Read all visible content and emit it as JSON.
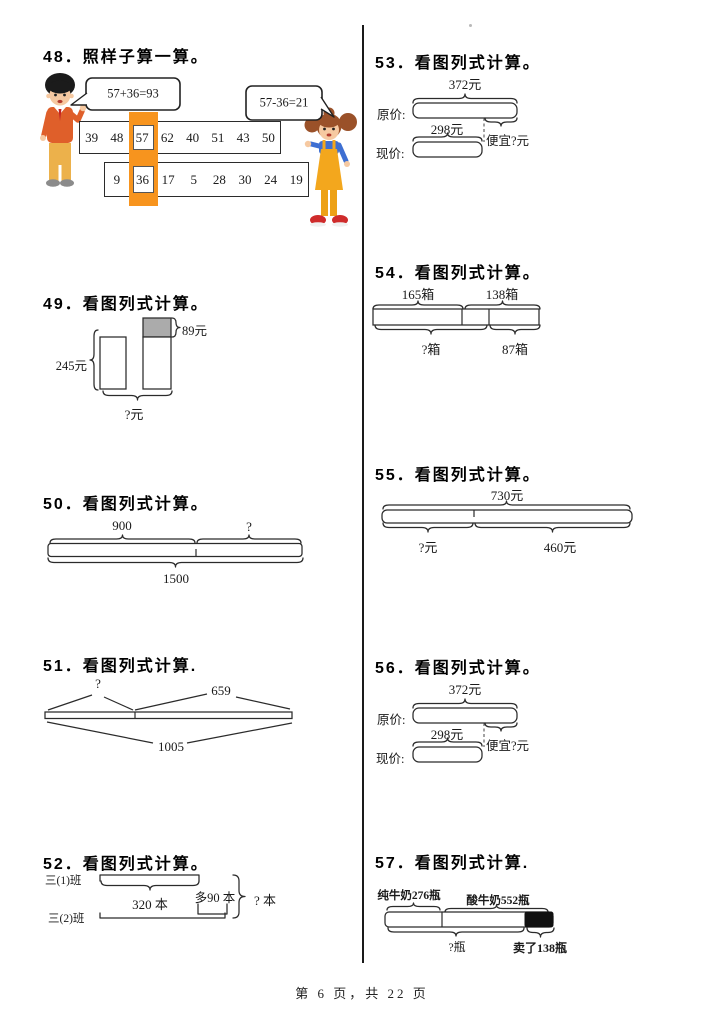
{
  "page": {
    "footer": "第 6 页，共 22 页"
  },
  "p48": {
    "title": "48．照样子算一算。",
    "bubble_left": "57+36=93",
    "bubble_right": "57-36=21",
    "highlight_color": "#F7941E",
    "row1": [
      "39",
      "48",
      "57",
      "62",
      "40",
      "51",
      "43",
      "50"
    ],
    "row2": [
      "9",
      "36",
      "17",
      "5",
      "28",
      "30",
      "24",
      "19"
    ]
  },
  "p49": {
    "title": "49．看图列式计算。",
    "left_total": "245元",
    "top_part": "89元",
    "total_q": "?元"
  },
  "p50": {
    "title": "50．看图列式计算。",
    "part1": "900",
    "part2": "?",
    "total": "1500"
  },
  "p51": {
    "title": "51．看图列式计算.",
    "part1": "?",
    "part2": "659",
    "total": "1005"
  },
  "p52": {
    "title": "52．看图列式计算。",
    "class1": "三(1)班",
    "class2": "三(2)班",
    "class1_books": "320 本",
    "more_books": "多90 本",
    "total_q": "? 本"
  },
  "p53": {
    "title": "53．看图列式计算。",
    "original_label": "原价:",
    "original_price": "372元",
    "current_label": "现价:",
    "current_price": "298元",
    "cheaper_q": "便宜?元"
  },
  "p54": {
    "title": "54．看图列式计算。",
    "top1": "165箱",
    "top2": "138箱",
    "bottom1": "?箱",
    "bottom2": "87箱"
  },
  "p55": {
    "title": "55．看图列式计算。",
    "total": "730元",
    "part1": "?元",
    "part2": "460元"
  },
  "p56": {
    "title": "56．看图列式计算。",
    "original_label": "原价:",
    "original_price": "372元",
    "current_label": "现价:",
    "current_price": "298元",
    "cheaper_q": "便宜?元"
  },
  "p57": {
    "title": "57．看图列式计算.",
    "milk1": "纯牛奶276瓶",
    "milk2": "酸牛奶552瓶",
    "total_q": "?瓶",
    "sold": "卖了138瓶"
  }
}
